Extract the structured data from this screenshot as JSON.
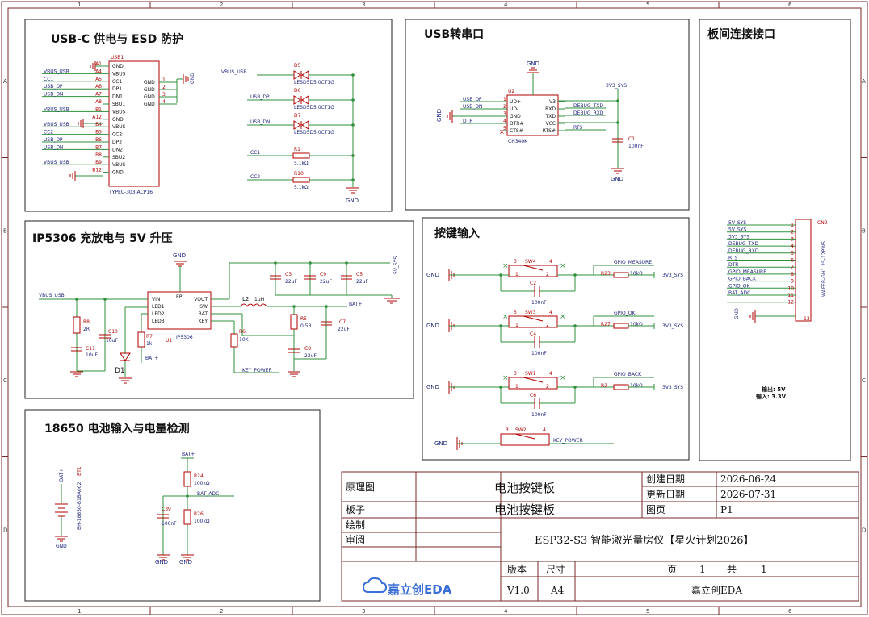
{
  "grid": {
    "cols": [
      "1",
      "2",
      "3",
      "4",
      "5",
      "6"
    ],
    "rows": [
      "A",
      "B",
      "C",
      "D"
    ]
  },
  "panels": {
    "usbc": "USB-C 供电与 ESD 防护",
    "usb_serial": "USB转串口",
    "board_conn": "板间连接接口",
    "charger": "IP5306 充放电与 5V 升压",
    "buttons": "按键输入",
    "battery": "18650 电池输入与电量检测"
  },
  "usbc": {
    "ref": "USB1",
    "part": "TYPEC-303-ACP16",
    "pins_left": [
      "A1",
      "A4",
      "A5",
      "A6",
      "A7",
      "A8",
      "B1",
      "A12",
      "B4",
      "B5",
      "B6",
      "B7",
      "B8",
      "B9",
      "B12"
    ],
    "labels_left": [
      "GND",
      "VBUS",
      "CC1",
      "DP1",
      "DN1",
      "SBU1",
      "VBUS",
      "GND",
      "VBUS",
      "CC2",
      "DP2",
      "DN2",
      "SBU2",
      "VBUS",
      "GND"
    ],
    "labels_right": [
      "GND",
      "GND",
      "GND",
      "GND"
    ],
    "pins_right": [
      "1",
      "2",
      "3",
      "4"
    ],
    "nets_left": [
      "VBUS_USB",
      "CC1",
      "USB_DP",
      "USB_DN",
      "VBUS_USB",
      "VBUS_USB",
      "CC2",
      "USB_DP",
      "USB_DN",
      "VBUS_USB"
    ],
    "gnd": "GND",
    "esd": [
      {
        "ref": "D5",
        "part": "LESD5D5.0CT1G",
        "net": "VBUS_USB"
      },
      {
        "ref": "D6",
        "part": "LESD5D5.0CT1G",
        "net": "USB_DP"
      },
      {
        "ref": "D7",
        "part": "LESD5D5.0CT1G",
        "net": "USB_DN"
      }
    ],
    "resistors": [
      {
        "ref": "R1",
        "value": "5.1kΩ",
        "net": "CC1"
      },
      {
        "ref": "R10",
        "value": "5.1kΩ",
        "net": "CC2"
      }
    ]
  },
  "serial": {
    "ref": "U2",
    "part": "CH340K",
    "pins_left": [
      "UD+",
      "UD-",
      "GND",
      "DTR#",
      "CTS#"
    ],
    "pins_right": [
      "V3",
      "RXD",
      "TXD",
      "VCC",
      "RTS#"
    ],
    "nets_left": [
      "USB_DP",
      "USB_DN",
      "DTR"
    ],
    "nets_right": [
      "DEBUG_TXD",
      "DEBUG_RXD",
      "RTS"
    ],
    "power": "3V3_SYS",
    "cap_ref": "C1",
    "cap_value": "100nF",
    "gnd": "GND"
  },
  "connector": {
    "ref": "CN2",
    "part": "WAFER-GH1.25-12PWS",
    "pin_nums": [
      "1",
      "2",
      "3",
      "4",
      "5",
      "6",
      "7",
      "8",
      "9",
      "10",
      "11",
      "12"
    ],
    "nets": [
      "5V_SYS",
      "5V_SYS",
      "3V3_SYS",
      "DEBUG_TXD",
      "DEBUG_RXD",
      "RTS",
      "DTR",
      "GPIO_MEASURE",
      "GPIO_BACK",
      "GPIO_OK",
      "BAT_ADC",
      ""
    ],
    "note_out": "输出: 5V",
    "note_in": "输入: 3.3V",
    "gnd": "GND"
  },
  "charger": {
    "ic_ref": "U1",
    "ic_part": "IP5306",
    "ic_pins_left": [
      "VIN",
      "LED1",
      "LED2",
      "LED3"
    ],
    "ic_pins_right": [
      "VOUT",
      "SW",
      "BAT",
      "KEY"
    ],
    "ic_top": "EP",
    "gnd": "GND",
    "vbus": "VBUS_USB",
    "out_net": "5V_SYS",
    "bat": "BAT+",
    "key": "KEY_POWER",
    "inductor": {
      "ref": "L2",
      "value": "1uH"
    },
    "caps_top": [
      {
        "ref": "C3",
        "value": "22uF"
      },
      {
        "ref": "C9",
        "value": "22uF"
      },
      {
        "ref": "C5",
        "value": "22uF"
      }
    ],
    "R8": {
      "ref": "R8",
      "value": "2R"
    },
    "C10": {
      "ref": "C10",
      "value": "10uF"
    },
    "C11": {
      "ref": "C11",
      "value": "10uF"
    },
    "R7": {
      "ref": "R7",
      "value": "1k"
    },
    "D1": {
      "ref": "D1"
    },
    "R6": {
      "ref": "R6",
      "value": "10K"
    },
    "R5": {
      "ref": "R5",
      "value": "0.5R"
    },
    "C8": {
      "ref": "C8",
      "value": "22uF"
    },
    "C7": {
      "ref": "C7",
      "value": "22uF"
    }
  },
  "buttons": {
    "gnd": "GND",
    "rail": "3V3_SYS",
    "rows": [
      {
        "sw": "SW4",
        "cap": "C2",
        "cap_value": "100nF",
        "res": "R23",
        "res_value": "10kΩ",
        "net": "GPIO_MEASURE"
      },
      {
        "sw": "SW3",
        "cap": "C4",
        "cap_value": "100nF",
        "res": "R27",
        "res_value": "10kΩ",
        "net": "GPIO_OK"
      },
      {
        "sw": "SW1",
        "cap": "C6",
        "cap_value": "100nF",
        "res": "R2",
        "res_value": "10kΩ",
        "net": "GPIO_BACK"
      }
    ],
    "power_sw": {
      "sw": "SW2",
      "net": "KEY_POWER"
    }
  },
  "battery": {
    "bt_ref": "BT1",
    "bt_part": "BH-18650-B1BA002",
    "bat": "BAT+",
    "gnd": "GND",
    "r24": {
      "ref": "R24",
      "value": "100kΩ"
    },
    "r26": {
      "ref": "R26",
      "value": "100kΩ"
    },
    "c39": {
      "ref": "C39",
      "value": "100nF"
    },
    "adc": "BAT_ADC"
  },
  "titleblock": {
    "l_schematic": "原理图",
    "v_schematic": "电池按键板",
    "l_board": "板子",
    "v_board": "电池按键板",
    "l_drawn": "绘制",
    "l_review": "审阅",
    "l_created": "创建日期",
    "v_created": "2026-06-24",
    "l_updated": "更新日期",
    "v_updated": "2026-07-31",
    "l_page": "图页",
    "v_page": "P1",
    "project": "ESP32-S3 智能激光量房仪【星火计划2026】",
    "l_version": "版本",
    "l_size": "尺寸",
    "v_version": "V1.0",
    "v_size": "A4",
    "l_pg": "页",
    "v_pg": "1",
    "l_total": "共",
    "v_total": "1",
    "logo": "嘉立创EDA",
    "company": "嘉立创EDA"
  },
  "colors": {
    "frame": "#7a2a2a",
    "wire": "#2f8f3a",
    "part": "#b00000",
    "net": "#1a237e",
    "text": "#111111",
    "logo": "#3a6fd8"
  }
}
